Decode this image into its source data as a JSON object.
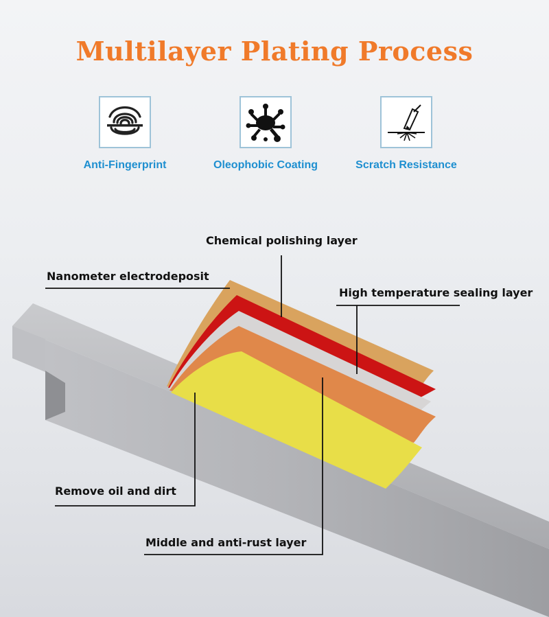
{
  "title": "Multilayer Plating Process",
  "colors": {
    "title": "#f07a2a",
    "feature_label": "#1e8fd0",
    "layer_tan": "#d9a35e",
    "layer_red": "#cc1414",
    "layer_gray": "#d7d5d5",
    "layer_orange": "#e0884a",
    "layer_yellow": "#e8de48",
    "steel": "#b8b9bd"
  },
  "features": [
    {
      "icon": "fingerprint-icon",
      "label": "Anti-Fingerprint"
    },
    {
      "icon": "oil-splash-icon",
      "label": "Oleophobic Coating"
    },
    {
      "icon": "scratch-icon",
      "label": "Scratch Resistance"
    }
  ],
  "callouts": {
    "chemical": "Chemical polishing layer",
    "nano": "Nanometer electrodeposit",
    "high_temp": "High temperature sealing layer",
    "remove_oil": "Remove oil and dirt",
    "middle": "Middle and anti-rust layer"
  }
}
